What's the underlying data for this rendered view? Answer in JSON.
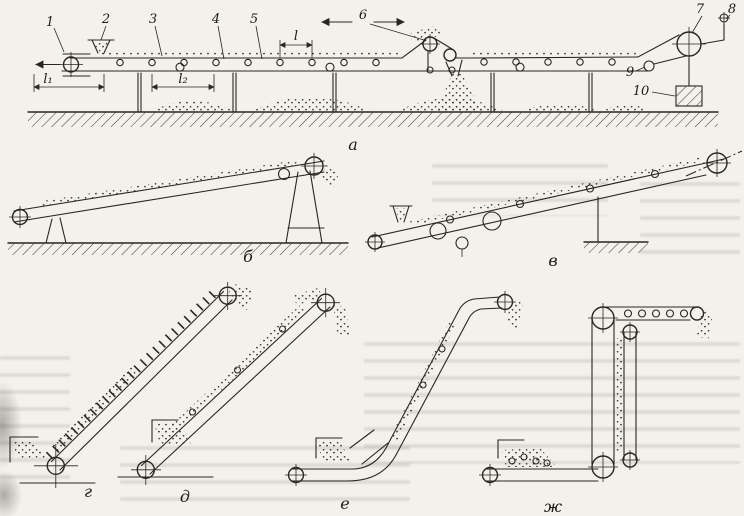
{
  "panels": {
    "a": {
      "label": "а"
    },
    "b": {
      "label": "б"
    },
    "v": {
      "label": "в"
    },
    "g": {
      "label": "г"
    },
    "d": {
      "label": "д"
    },
    "e": {
      "label": "е"
    },
    "zh": {
      "label": "ж"
    }
  },
  "callouts": {
    "c1": "1",
    "c2": "2",
    "c3": "3",
    "c4": "4",
    "c5": "5",
    "c6": "6",
    "c7": "7",
    "c8": "8",
    "c9": "9",
    "c10": "10"
  },
  "dimensions": {
    "l": "l",
    "l1": "l₁",
    "l2": "l₂"
  },
  "colors": {
    "ink": "#262626",
    "paper": "#f3f1ea"
  }
}
